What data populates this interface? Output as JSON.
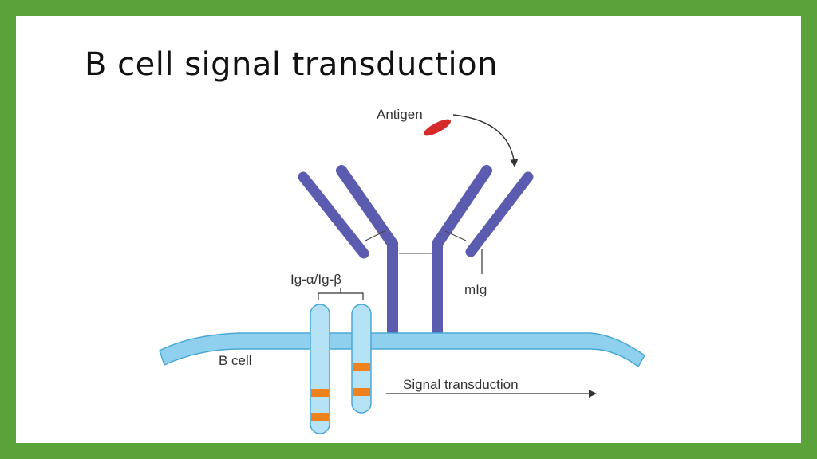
{
  "slide": {
    "title": "B cell signal transduction"
  },
  "diagram": {
    "labels": {
      "antigen": "Antigen",
      "ig_alpha_beta": "Ig-α/Ig-β",
      "mig": "mIg",
      "b_cell": "B cell",
      "signal_transduction": "Signal transduction"
    },
    "colors": {
      "background_border": "#5aa23a",
      "membrane": "#8fd0ee",
      "membrane_edge": "#4aa8d6",
      "antibody": "#5b5bb0",
      "antigen": "#d42a2a",
      "coreceptor_band": "#f0821e"
    }
  }
}
